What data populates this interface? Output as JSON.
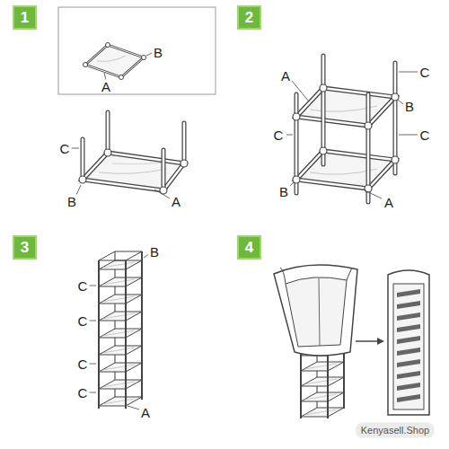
{
  "diagram": {
    "nodes": [
      {
        "text": [
          "1"
        ]
      },
      {
        "text": [
          "2"
        ]
      },
      {
        "text": [
          "3"
        ]
      },
      {
        "text": [
          "4"
        ]
      }
    ],
    "labels": [
      "B",
      "A",
      "C",
      "B",
      "A",
      "C",
      "A",
      "B",
      "C",
      "C",
      "B",
      "A",
      "B",
      "C",
      "C",
      "C",
      "C",
      "A",
      "Kenyasell.Shop"
    ]
  }
}
